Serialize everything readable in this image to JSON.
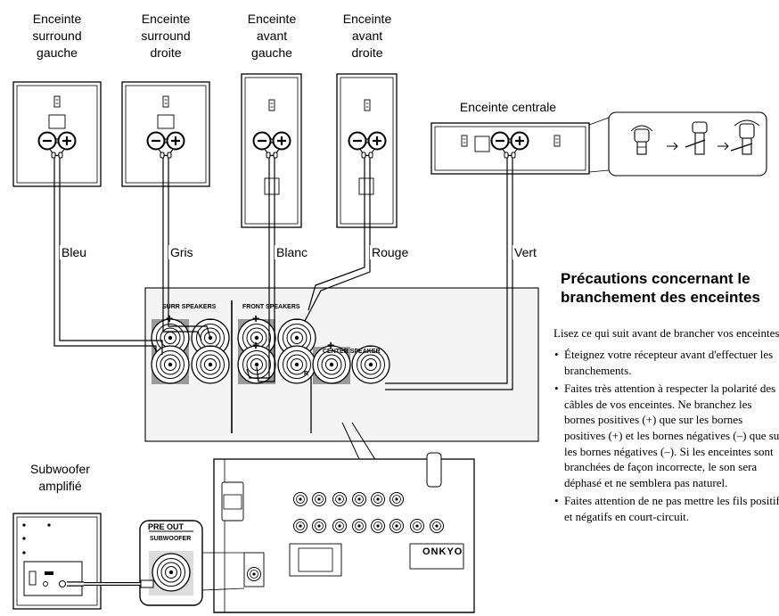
{
  "speakers": {
    "surround_left": "Enceinte\nsurround\ngauche",
    "surround_right": "Enceinte\nsurround\ndroite",
    "front_left": "Enceinte\navant\ngauche",
    "front_right": "Enceinte\navant\ndroite",
    "center": "Enceinte centrale",
    "subwoofer": "Subwoofer\namplifié"
  },
  "wires": {
    "blue": "Bleu",
    "gray": "Gris",
    "white": "Blanc",
    "red": "Rouge",
    "green": "Vert"
  },
  "panel": {
    "surr": "SURR SPEAKERS",
    "front": "FRONT SPEAKERS",
    "center": "CENTER SPEAKER",
    "plus": "+",
    "minus": "–",
    "r_mark": "R",
    "pre_out": "PRE OUT",
    "subwoofer": "SUBWOOFER",
    "brand": "ONKYO",
    "speaker_plus": "+",
    "speaker_minus": "–"
  },
  "precautions": {
    "title": "Précautions concernant le branchement des enceintes",
    "intro": "Lisez ce qui suit avant de brancher vos enceintes :",
    "items": [
      "Éteignez votre récepteur avant d'effectuer les branchements.",
      "Faites très attention à respecter la polarité des câbles de vos enceintes. Ne branchez les bornes positives (+) que sur les bornes positives (+) et les bornes négatives (–) que sur les bornes négatives (–). Si les enceintes sont branchées de façon incorrecte, le son sera déphasé et ne semblera pas naturel.",
      "Faites attention de ne pas mettre les fils positifs et négatifs en court-circuit."
    ]
  },
  "colors": {
    "line": "#000000",
    "panel": "#f2f2f2",
    "terminal_bg": "#9a9a9a"
  }
}
